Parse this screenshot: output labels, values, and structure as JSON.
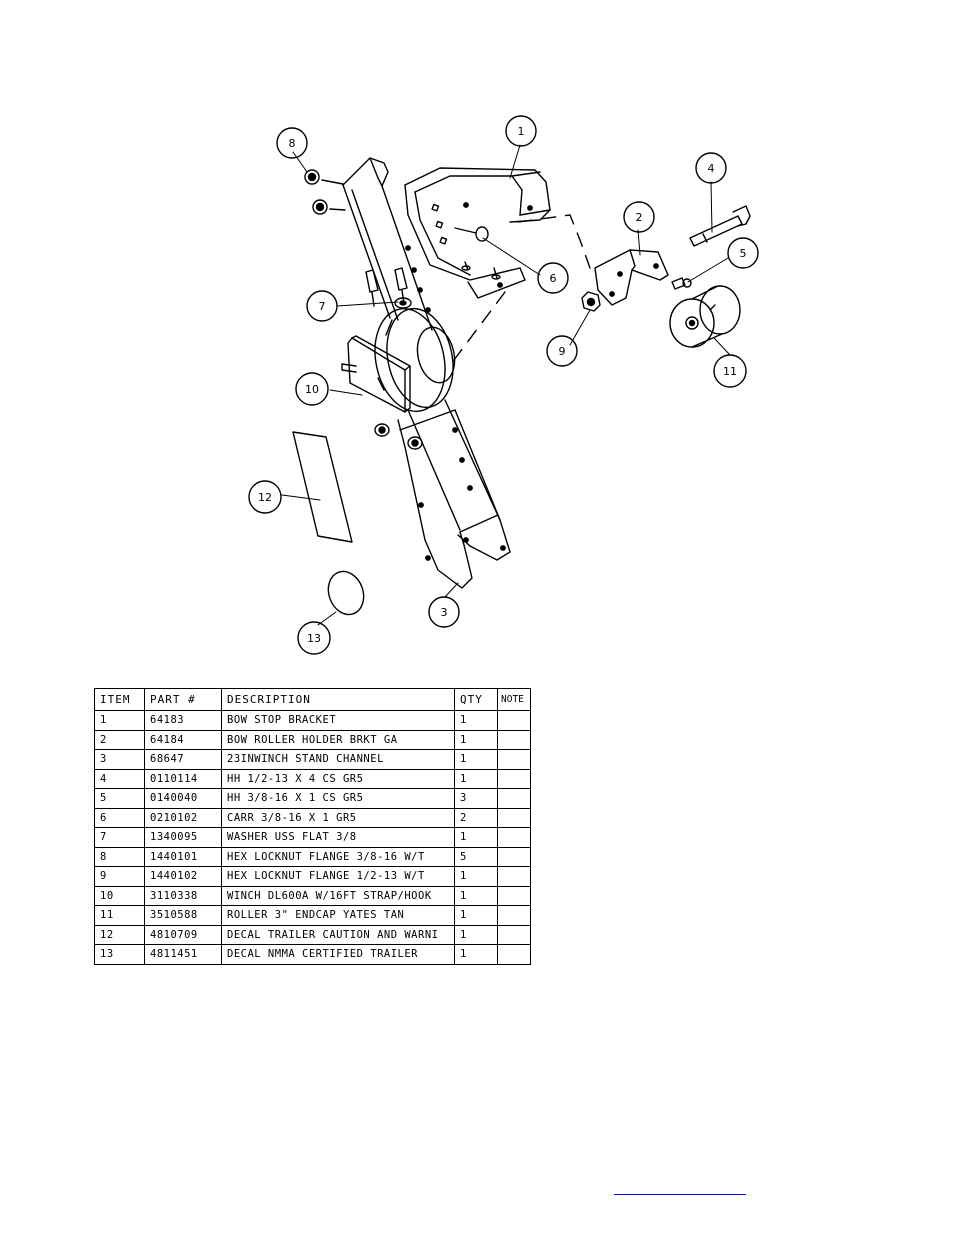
{
  "callouts": [
    {
      "label": "1"
    },
    {
      "label": "2"
    },
    {
      "label": "3"
    },
    {
      "label": "4"
    },
    {
      "label": "5"
    },
    {
      "label": "6"
    },
    {
      "label": "7"
    },
    {
      "label": "8"
    },
    {
      "label": "9"
    },
    {
      "label": "10"
    },
    {
      "label": "11"
    },
    {
      "label": "12"
    },
    {
      "label": "13"
    }
  ],
  "bom": {
    "headers": [
      "ITEM",
      "PART #",
      "DESCRIPTION",
      "QTY",
      "NOTE"
    ],
    "rows": [
      {
        "item": "1",
        "part": "64183",
        "desc": "BOW STOP BRACKET",
        "qty": "1"
      },
      {
        "item": "2",
        "part": "64184",
        "desc": "BOW ROLLER HOLDER BRKT GA",
        "qty": "1"
      },
      {
        "item": "3",
        "part": "68647",
        "desc": "23INWINCH STAND CHANNEL",
        "qty": "1"
      },
      {
        "item": "4",
        "part": "0110114",
        "desc": "HH 1/2-13 X 4 CS GR5",
        "qty": "1"
      },
      {
        "item": "5",
        "part": "0140040",
        "desc": "HH 3/8-16 X 1 CS GR5",
        "qty": "3"
      },
      {
        "item": "6",
        "part": "0210102",
        "desc": "CARR 3/8-16 X 1 GR5",
        "qty": "2"
      },
      {
        "item": "7",
        "part": "1340095",
        "desc": "WASHER USS FLAT 3/8",
        "qty": "1"
      },
      {
        "item": "8",
        "part": "1440101",
        "desc": "HEX LOCKNUT FLANGE 3/8-16 W/T",
        "qty": "5"
      },
      {
        "item": "9",
        "part": "1440102",
        "desc": "HEX LOCKNUT FLANGE 1/2-13 W/T",
        "qty": "1"
      },
      {
        "item": "10",
        "part": "3110338",
        "desc": "WINCH DL600A W/16FT STRAP/HOOK",
        "qty": "1"
      },
      {
        "item": "11",
        "part": "3510588",
        "desc": "ROLLER 3\" ENDCAP YATES TAN",
        "qty": "1"
      },
      {
        "item": "12",
        "part": "4810709",
        "desc": "DECAL TRAILER CAUTION AND WARNI",
        "qty": "1"
      },
      {
        "item": "13",
        "part": "4811451",
        "desc": "DECAL NMMA CERTIFIED TRAILER",
        "qty": "1"
      }
    ]
  },
  "colors": {
    "line": "#000000",
    "link": "#0000ee"
  }
}
